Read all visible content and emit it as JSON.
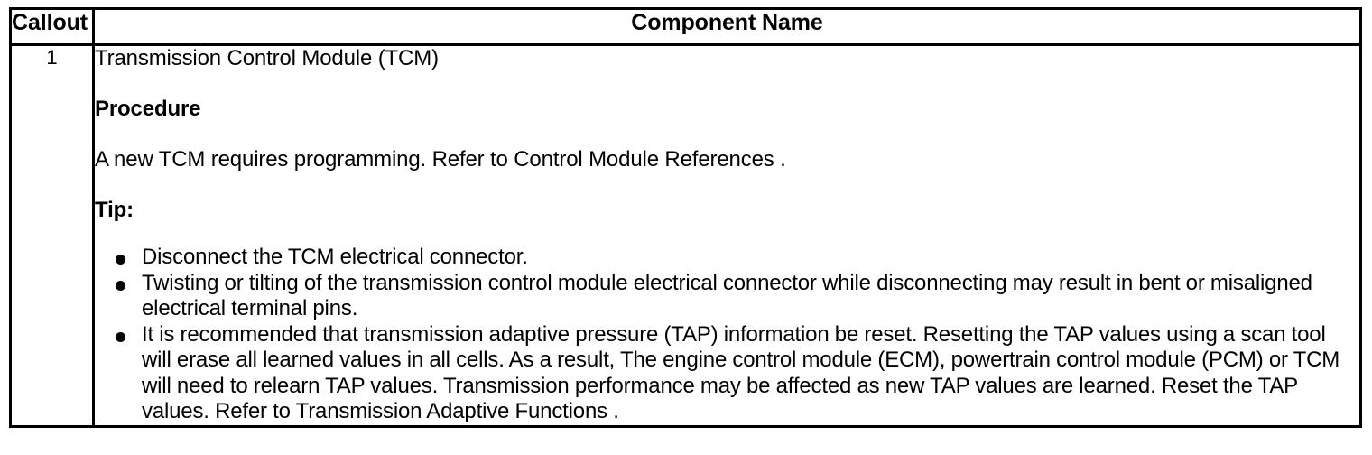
{
  "table": {
    "headers": {
      "callout": "Callout",
      "component_name": "Component Name"
    },
    "rows": [
      {
        "callout": "1",
        "title": "Transmission Control Module (TCM)",
        "procedure_heading": "Procedure",
        "procedure_text": "A new TCM requires programming. Refer to Control Module References .",
        "tip_heading": "Tip:",
        "tip_bullets": [
          "Disconnect the TCM electrical connector.",
          "Twisting or tilting of the transmission control module electrical connector while disconnecting may result in bent or misaligned electrical terminal pins.",
          "It is recommended that transmission adaptive pressure (TAP) information be reset. Resetting the TAP values using a scan tool will erase all learned values in all cells. As a result, The engine control module (ECM), powertrain control module (PCM) or TCM will need to relearn TAP values. Transmission performance may be affected as new TAP values are learned. Reset the TAP values. Refer to Transmission Adaptive Functions ."
        ]
      }
    ]
  },
  "colors": {
    "border": "#000000",
    "text": "#000000",
    "background": "#ffffff"
  }
}
